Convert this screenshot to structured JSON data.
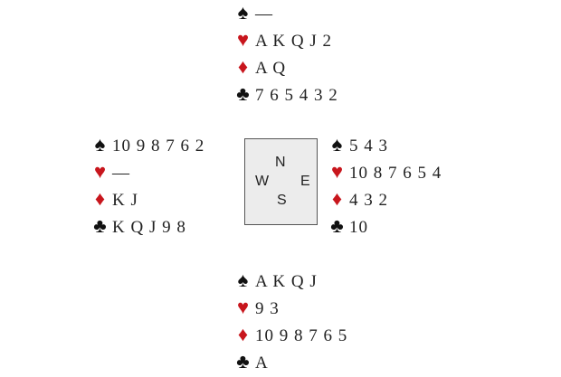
{
  "suits": {
    "spades": "♠",
    "hearts": "♥",
    "diamonds": "♦",
    "clubs": "♣"
  },
  "colors": {
    "red": "#c8161d",
    "black": "#111111"
  },
  "north": {
    "spades": "—",
    "hearts": "A K Q J 2",
    "diamonds": "A Q",
    "clubs": "7 6 5 4 3 2"
  },
  "west": {
    "spades": "10 9 8 7 6 2",
    "hearts": "—",
    "diamonds": "K J",
    "clubs": "K Q J 9 8"
  },
  "east": {
    "spades": "5 4 3",
    "hearts": "10 8 7 6 5 4",
    "diamonds": "4 3 2",
    "clubs": "10"
  },
  "south": {
    "spades": "A K Q J",
    "hearts": "9 3",
    "diamonds": "10 9 8 7 6 5",
    "clubs": "A"
  },
  "compass": {
    "n": "N",
    "s": "S",
    "e": "E",
    "w": "W"
  }
}
